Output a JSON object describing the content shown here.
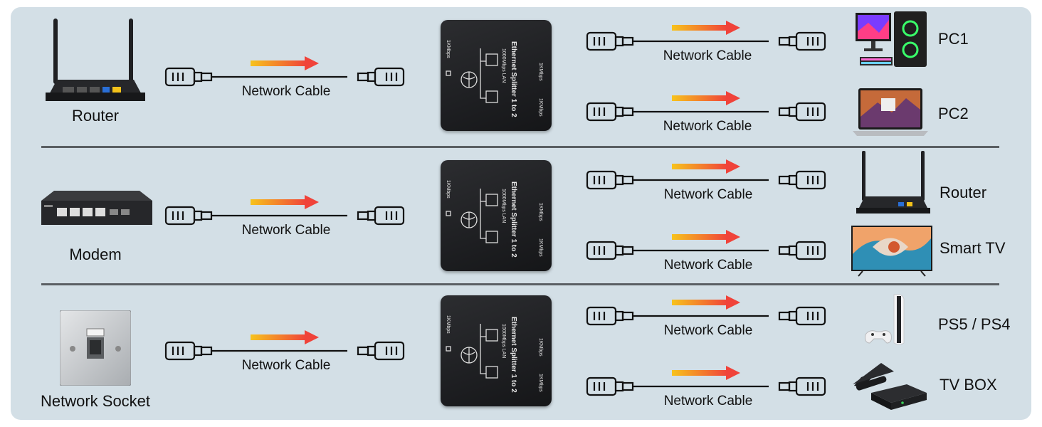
{
  "rows": [
    {
      "source": {
        "label": "Router",
        "icon": "router-icon"
      },
      "input_cable_label": "Network Cable",
      "splitter": {
        "title": "Ethernet Splitter 1 to 2",
        "subtitle": "1000Mbps LAN",
        "speed_in": "1KMbps",
        "speed_out_a": "1KMbps",
        "speed_out_b": "1KMbps"
      },
      "outputs": [
        {
          "cable_label": "Network Cable",
          "device_label": "PC1",
          "icon": "desktop-pc-icon"
        },
        {
          "cable_label": "Network Cable",
          "device_label": "PC2",
          "icon": "laptop-icon"
        }
      ]
    },
    {
      "source": {
        "label": "Modem",
        "icon": "modem-icon"
      },
      "input_cable_label": "Network Cable",
      "splitter": {
        "title": "Ethernet Splitter 1 to 2",
        "subtitle": "1000Mbps LAN",
        "speed_in": "1KMbps",
        "speed_out_a": "1KMbps",
        "speed_out_b": "1KMbps"
      },
      "outputs": [
        {
          "cable_label": "Network Cable",
          "device_label": "Router",
          "icon": "router-icon"
        },
        {
          "cable_label": "Network Cable",
          "device_label": "Smart TV",
          "icon": "smart-tv-icon"
        }
      ]
    },
    {
      "source": {
        "label": "Network Socket",
        "icon": "wall-socket-icon"
      },
      "input_cable_label": "Network Cable",
      "splitter": {
        "title": "Ethernet Splitter 1 to 2",
        "subtitle": "1000Mbps LAN",
        "speed_in": "1KMbps",
        "speed_out_a": "1KMbps",
        "speed_out_b": "1KMbps"
      },
      "outputs": [
        {
          "cable_label": "Network Cable",
          "device_label": "PS5 / PS4",
          "icon": "game-console-icon"
        },
        {
          "cable_label": "Network Cable",
          "device_label": "TV BOX",
          "icon": "tv-box-icon"
        }
      ]
    }
  ],
  "colors": {
    "panel": "#d3dfe6",
    "arrow_start": "#f7c31c",
    "arrow_end": "#f0433a",
    "divider": "#5a5f63",
    "splitter": "#1e1f22"
  }
}
